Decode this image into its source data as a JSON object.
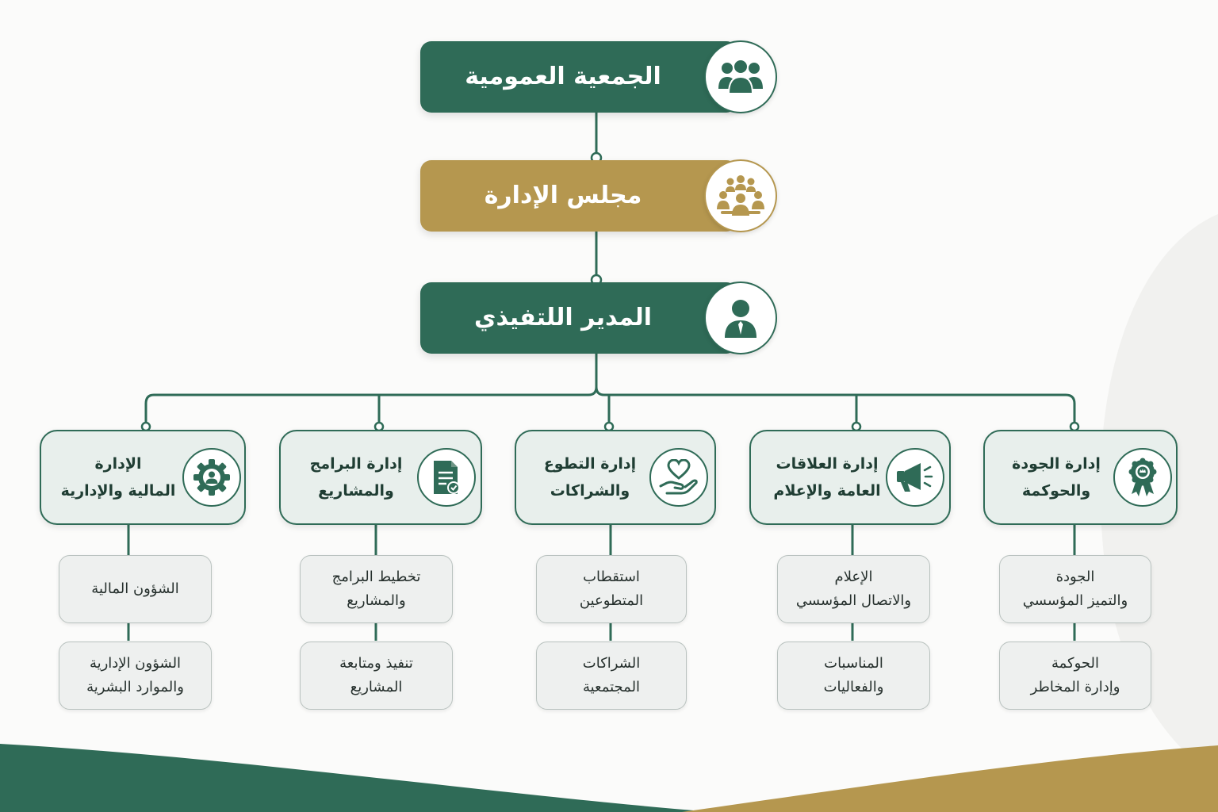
{
  "colors": {
    "green": "#2f6b57",
    "gold": "#b5974f",
    "panel": "#e8efec"
  },
  "top_nodes": {
    "general_assembly": {
      "label": "الجمعية العمومية",
      "icon": "group-icon"
    },
    "board": {
      "label": "مجلس الإدارة",
      "icon": "board-members-icon"
    },
    "executive_director": {
      "label": "المدير اللتفيذي",
      "icon": "person-icon"
    }
  },
  "departments": [
    {
      "label": "الإدارة\nالمالية والإدارية",
      "icon": "gear-person-icon",
      "sub": [
        "الشؤون المالية",
        "الشؤون الإدارية\nوالموارد البشرية"
      ]
    },
    {
      "label": "إدارة البرامج\nوالمشاريع",
      "icon": "document-icon",
      "sub": [
        "تخطيط البرامج\nوالمشاريع",
        "تنفيذ ومتابعة\nالمشاريع"
      ]
    },
    {
      "label": "إدارة التطوع\nوالشراكات",
      "icon": "heart-hand-icon",
      "sub": [
        "استقطاب\nالمتطوعين",
        "الشراكات\nالمجتمعية"
      ]
    },
    {
      "label": "إدارة العلاقات\nالعامة والإعلام",
      "icon": "megaphone-icon",
      "sub": [
        "الإعلام\nوالاتصال المؤسسي",
        "المناسبات\nوالفعاليات"
      ]
    },
    {
      "label": "إدارة الجودة\nوالحوكمة",
      "icon": "award-ribbon-icon",
      "sub": [
        "الجودة\nوالتميز المؤسسي",
        "الحوكمة\nوإدارة المخاطر"
      ]
    }
  ]
}
